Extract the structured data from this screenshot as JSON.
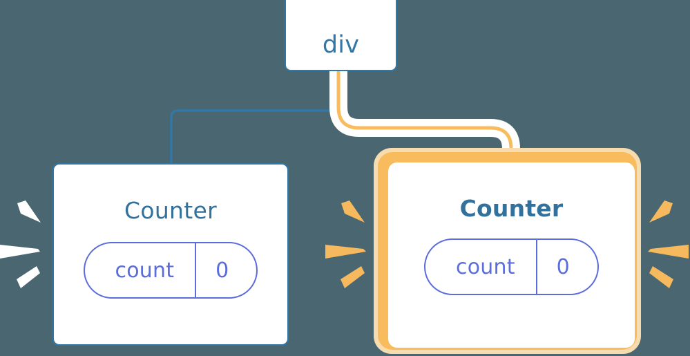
{
  "diagram": {
    "type": "component-tree",
    "background_color": "#4a6670",
    "nodes": [
      {
        "id": "div",
        "label": "div",
        "kind": "element",
        "highlighted": false,
        "border_color": "#3178a8",
        "text_color": "#3178a8"
      },
      {
        "id": "counter-left",
        "label": "Counter",
        "kind": "component",
        "highlighted": false,
        "border_color": "#3178a8",
        "text_color": "#31719c",
        "state": {
          "name": "count",
          "value": "0"
        }
      },
      {
        "id": "counter-right",
        "label": "Counter",
        "kind": "component",
        "highlighted": true,
        "border_color": "#f8bc5e",
        "glow_color": "#f7dcaf",
        "text_color": "#31719c",
        "state": {
          "name": "count",
          "value": "0"
        }
      }
    ],
    "edges": [
      {
        "from": "div",
        "to": "counter-left",
        "color": "#3178a8",
        "highlighted": false
      },
      {
        "from": "div",
        "to": "counter-right",
        "color": "#f8bc5e",
        "highlighted": true,
        "halo_color": "#ffffff"
      }
    ],
    "state_pill": {
      "name_label": "count",
      "value_label": "0",
      "border_color": "#5b6cdb",
      "text_color": "#5b6cdb"
    },
    "sparks": [
      {
        "group": "left-outer",
        "color": "#ffffff",
        "count": 3,
        "points": "right"
      },
      {
        "group": "middle",
        "color": "#f8bc5e",
        "count": 3,
        "points": "right"
      },
      {
        "group": "right-outer",
        "color": "#f8bc5e",
        "count": 3,
        "points": "left"
      }
    ]
  }
}
